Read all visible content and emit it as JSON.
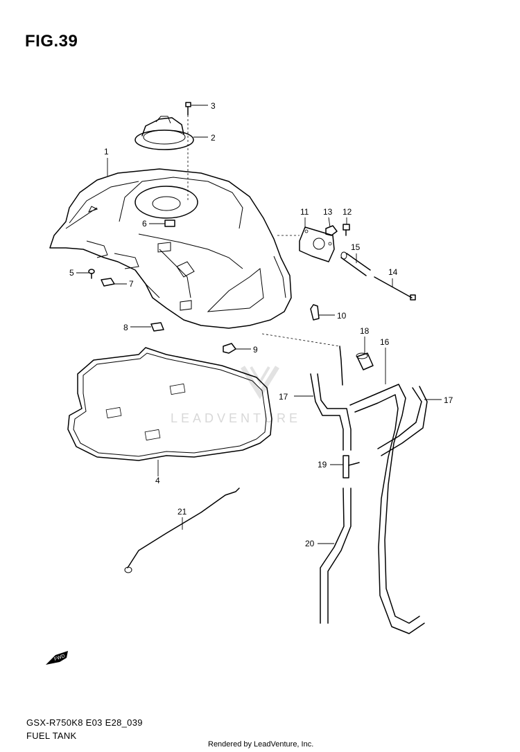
{
  "figure": {
    "title": "FIG.39",
    "model_code": "GSX-R750K8 E03 E28_039",
    "description": "FUEL TANK",
    "credit": "Rendered by LeadVenture, Inc.",
    "watermark": "LEADVENTURE"
  },
  "callouts": [
    "1",
    "2",
    "3",
    "4",
    "5",
    "6",
    "7",
    "8",
    "9",
    "10",
    "11",
    "12",
    "13",
    "14",
    "15",
    "16",
    "17",
    "17",
    "18",
    "19",
    "20",
    "21"
  ],
  "fwd_label": "FWD",
  "colors": {
    "line": "#000000",
    "watermark": "#d8d8d8",
    "background": "#ffffff"
  }
}
